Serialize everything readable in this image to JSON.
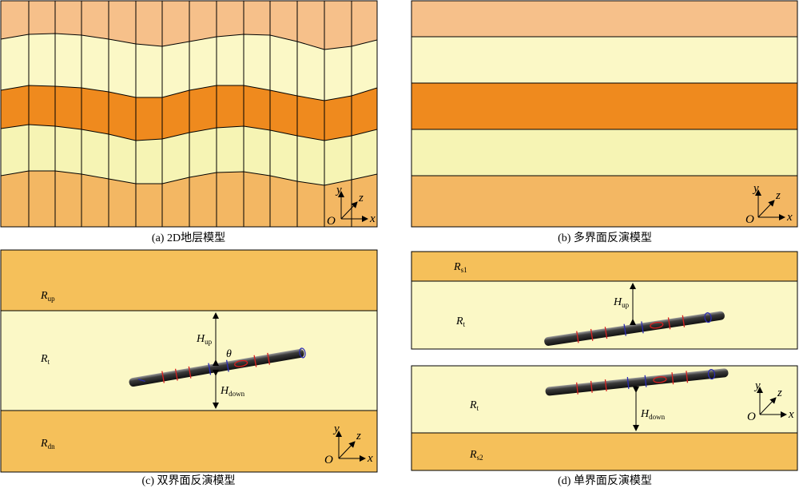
{
  "captions": {
    "a": "(a) 2D地层模型",
    "b": "(b) 多界面反演模型",
    "c": "(c) 双界面反演模型",
    "d": "(d) 单界面反演模型"
  },
  "axes": {
    "origin": "O",
    "x": "x",
    "y": "y",
    "z": "z"
  },
  "panel_c": {
    "R_up_main": "R",
    "R_up_sub": "up",
    "R_t_main": "R",
    "R_t_sub": "t",
    "R_dn_main": "R",
    "R_dn_sub": "dn",
    "H_up_main": "H",
    "H_up_sub": "up",
    "H_down_main": "H",
    "H_down_sub": "down",
    "theta": "θ"
  },
  "panel_d": {
    "R_s1_main": "R",
    "R_s1_sub": "s1",
    "R_t_main": "R",
    "R_t_sub": "t",
    "R_t2_main": "R",
    "R_t2_sub": "t",
    "R_s2_main": "R",
    "R_s2_sub": "s2",
    "H_up_main": "H",
    "H_up_sub": "up",
    "H_down_main": "H",
    "H_down_sub": "down"
  },
  "colors": {
    "light_orange": "#f6c08a",
    "cream": "#fbf8c6",
    "orange": "#ef8a1e",
    "pale_yellow": "#f6f4b4",
    "sand": "#f3b763",
    "gold": "#f5c05a",
    "tool_black": "#1e1e1e",
    "ring_red": "#d81e1e",
    "ring_blue": "#2a2ab4"
  }
}
